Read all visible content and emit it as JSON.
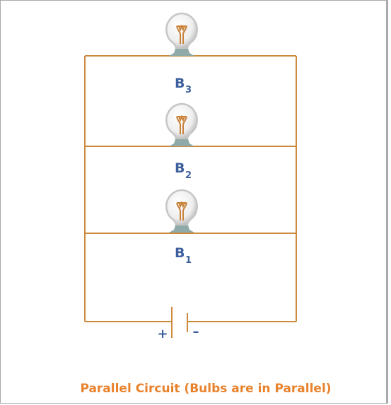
{
  "colors": {
    "wire": "#cc8a3c",
    "label": "#3d5f9e",
    "caption": "#e8822d",
    "bulb_glass": "#d4d4d4",
    "bulb_base": "#8faaa8",
    "filament": "#c9823a"
  },
  "bulbs": [
    {
      "letter": "B",
      "index": "3"
    },
    {
      "letter": "B",
      "index": "2"
    },
    {
      "letter": "B",
      "index": "1"
    }
  ],
  "battery": {
    "positive": "+",
    "negative": "–"
  },
  "caption": "Parallel Circuit (Bulbs are in Parallel)"
}
